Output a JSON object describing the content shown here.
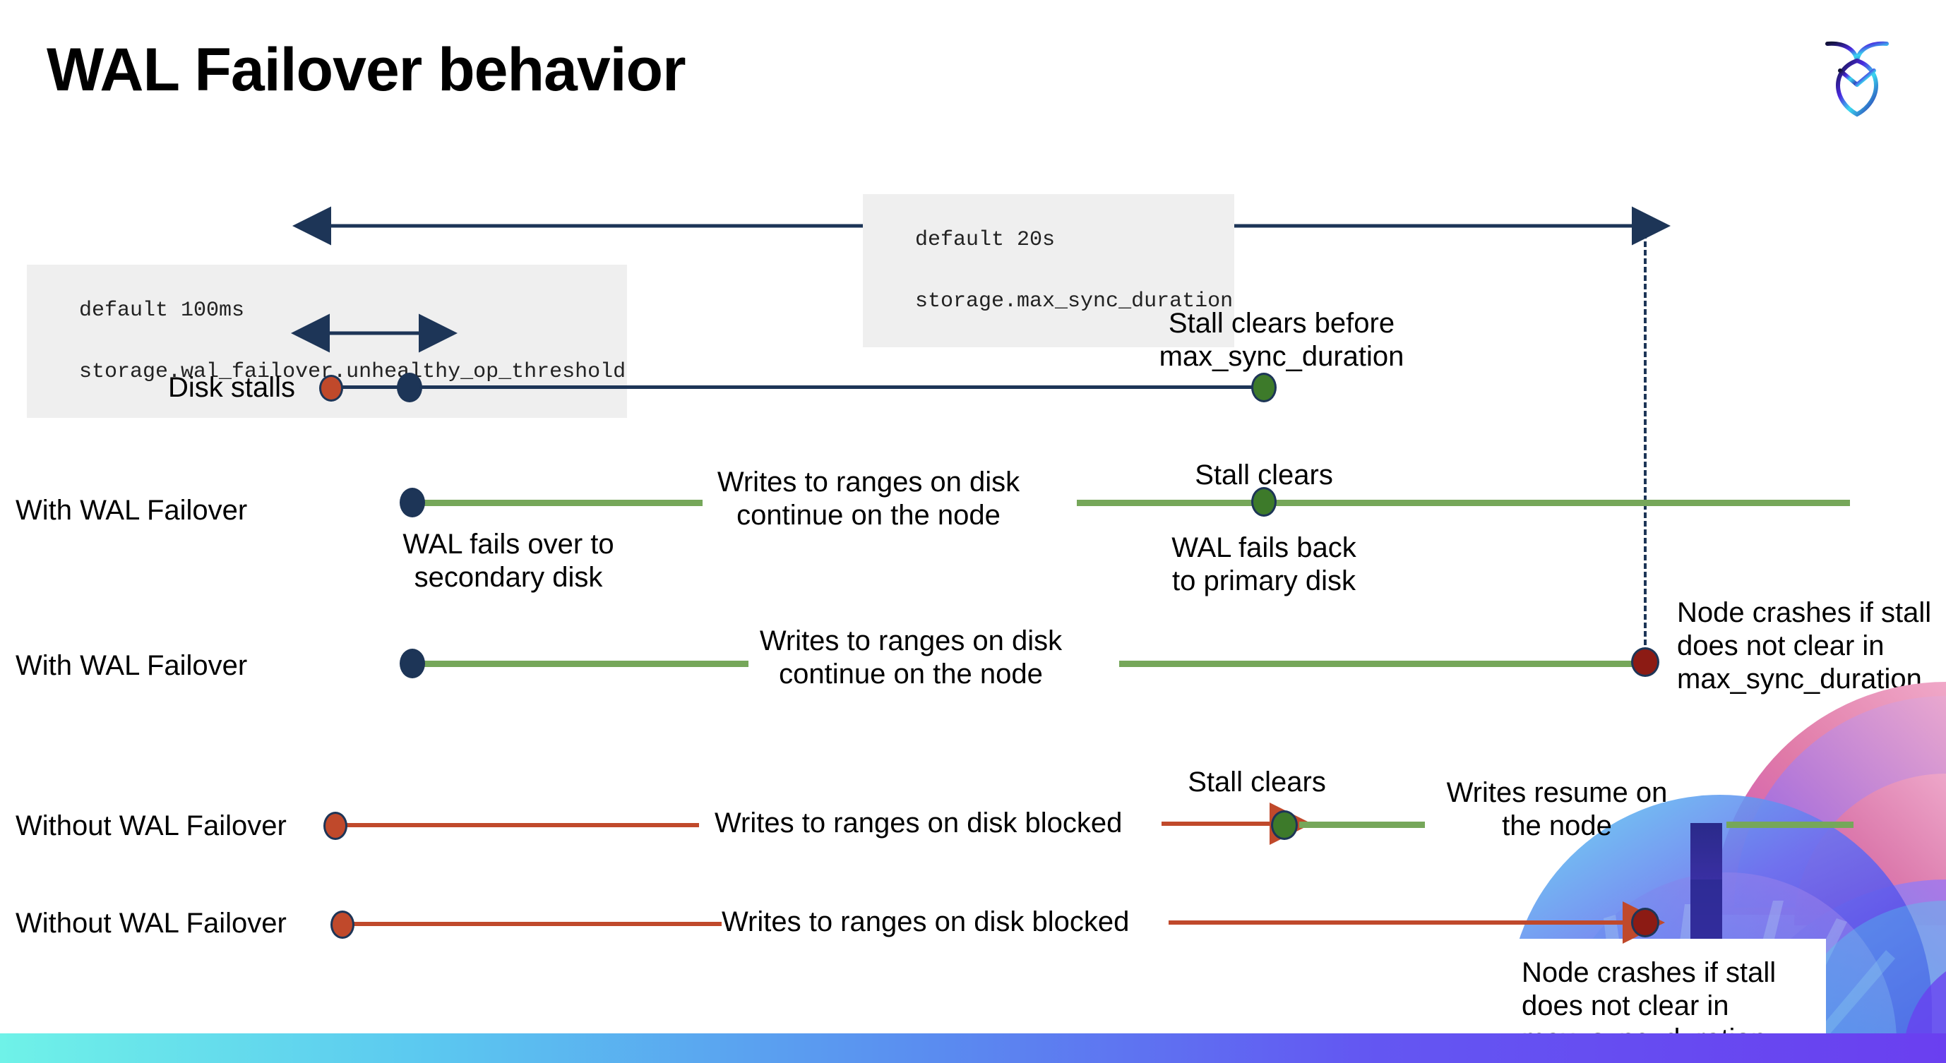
{
  "slide": {
    "title": "WAL Failover behavior",
    "logo_name": "cockroachdb-logo"
  },
  "settings": [
    {
      "id": "max_sync_duration",
      "default_label": "default 20s",
      "setting_label": "storage.max_sync_duration"
    },
    {
      "id": "unhealthy_op_threshold",
      "default_label": "default 100ms",
      "setting_label": "storage.wal_failover.unhealthy_op_threshold"
    }
  ],
  "rows": [
    {
      "id": "disk-stalls",
      "label": "Disk stalls",
      "annotations": [
        "Stall clears before",
        "max_sync_duration"
      ]
    },
    {
      "id": "with-wal-failover-clears",
      "label": "With WAL Failover",
      "annotations": [
        "WAL fails over to",
        "secondary disk",
        "Writes to ranges on disk",
        "continue on the node",
        "Stall clears",
        "WAL fails  back",
        "to primary disk"
      ]
    },
    {
      "id": "with-wal-failover-crash",
      "label": "With WAL Failover",
      "annotations": [
        "Writes to ranges on disk",
        "continue on the node",
        "Node crashes if stall",
        "does not clear in",
        "max_sync_duration"
      ]
    },
    {
      "id": "without-wal-failover-clears",
      "label": "Without WAL Failover",
      "annotations": [
        "Writes to ranges on disk  blocked",
        "Stall clears",
        "Writes resume on",
        "the node"
      ]
    },
    {
      "id": "without-wal-failover-crash",
      "label": "Without WAL Failover",
      "annotations": [
        "Writes to ranges on disk  blocked",
        "Node crashes if stall",
        "does not clear in",
        "max_sync_duration"
      ]
    }
  ],
  "text": {
    "disk_stalls": "Disk stalls",
    "with_wal_failover": "With WAL Failover",
    "without_wal_failover": "Without WAL Failover",
    "stall_clears_before": "Stall clears before",
    "max_sync_duration": "max_sync_duration",
    "wal_fails_over_to": "WAL fails over to",
    "secondary_disk": "secondary disk",
    "writes_to_ranges_on_disk": "Writes to ranges on disk",
    "continue_on_the_node": "continue on the node",
    "stall_clears": "Stall clears",
    "wal_fails_back": "WAL fails  back",
    "to_primary_disk": "to primary disk",
    "node_crashes_if_stall": "Node crashes if stall",
    "does_not_clear_in": "does not clear in",
    "writes_blocked": "Writes to ranges on disk  blocked",
    "writes_resume_on": "Writes resume on",
    "the_node": "the node"
  },
  "colors": {
    "navy": "#1d3557",
    "green_line": "#76a75a",
    "green_dot": "#3d7a2a",
    "orange": "#c0492b",
    "dark_red": "#8c1b14",
    "code_bg": "#efefef"
  }
}
